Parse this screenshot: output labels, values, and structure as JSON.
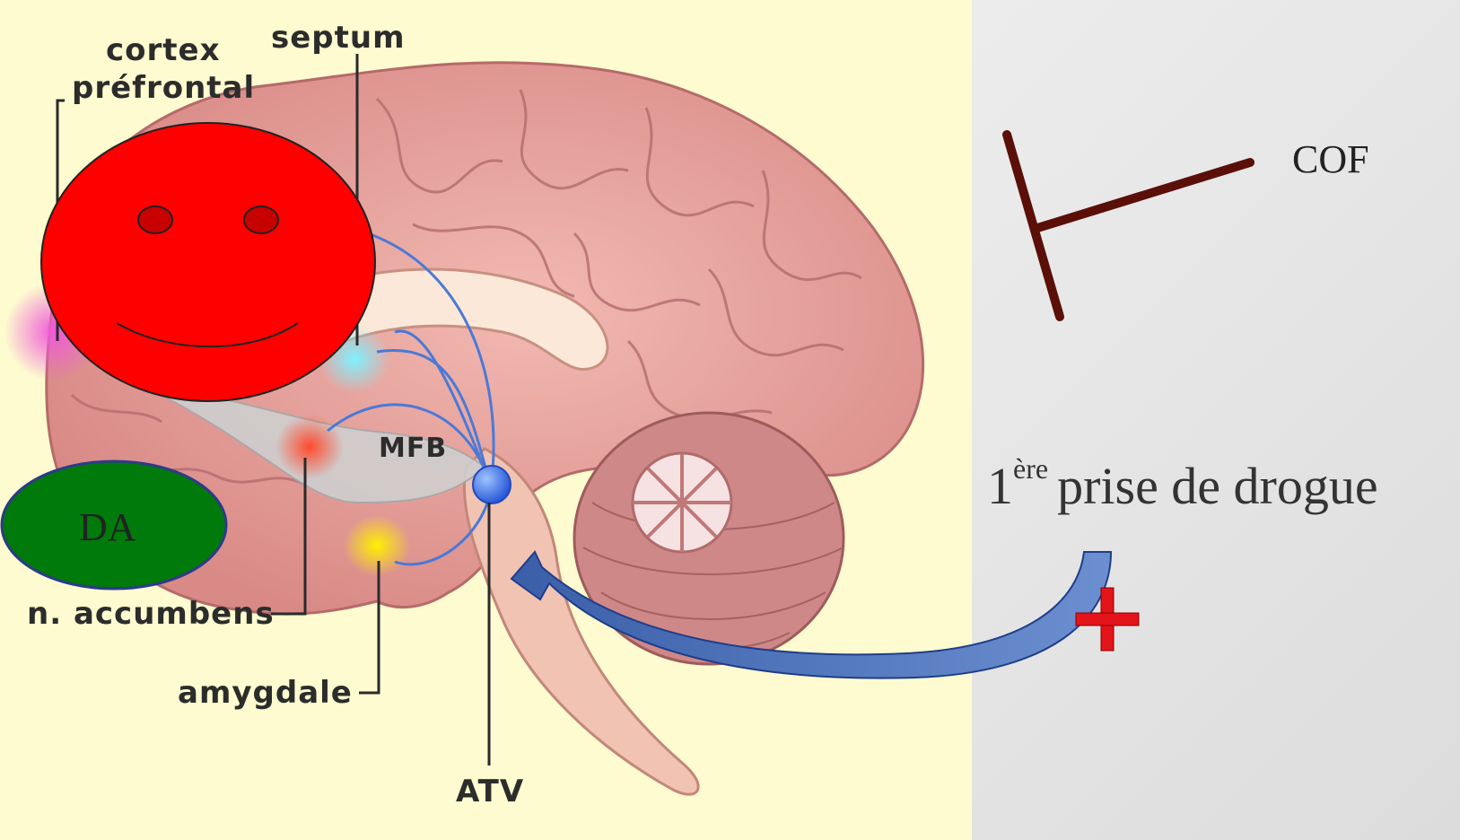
{
  "labels": {
    "cortex": "cortex",
    "prefrontal": "préfrontal",
    "septum": "septum",
    "mfb": "MFB",
    "accumbens": "n. accumbens",
    "amygdale": "amygdale",
    "atv": "ATV"
  },
  "overlays": {
    "da": "DA",
    "cof": "COF",
    "drug_number": "1",
    "drug_superscript": "ère",
    "drug_text": "prise de drogue"
  },
  "colors": {
    "smiley_face": "#ff0000",
    "da_ellipse": "#007a0a",
    "inhibition_bar": "#5a0f08",
    "curved_arrow": "#1f3d8a",
    "plus_sign": "#e3141a",
    "figure_background": "#fdfbcf",
    "brain_tissue": "#e7a7a0"
  },
  "icons": [
    "smiley-face-icon",
    "inhibition-t-bar-icon",
    "curved-arrow-icon",
    "plus-icon"
  ]
}
